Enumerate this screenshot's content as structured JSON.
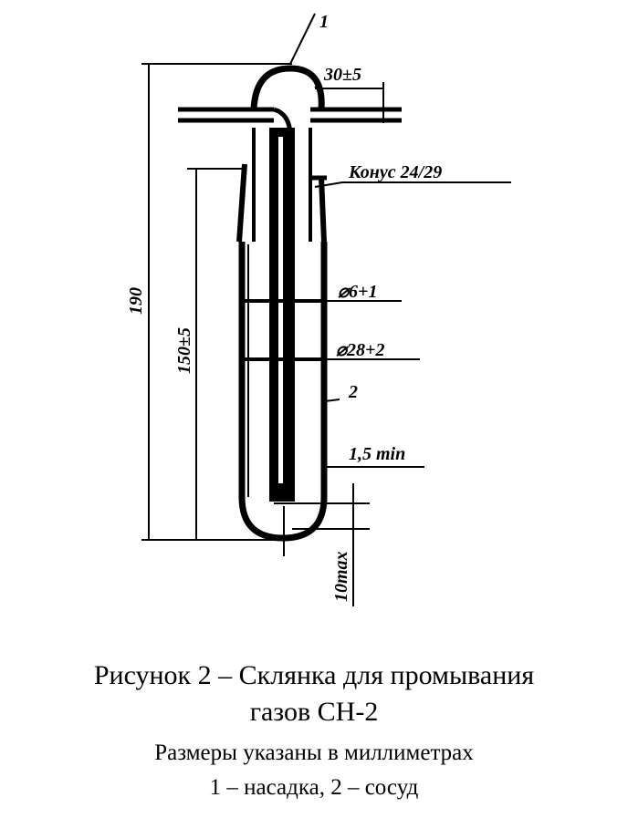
{
  "figure": {
    "labels": {
      "part1": "1",
      "part2": "2",
      "width_dim": "30±5",
      "cone": "Конус 24/29",
      "inner_diameter": "⌀6+1",
      "outer_diameter": "⌀28+2",
      "gap": "1,5 min",
      "total_height": "190",
      "vessel_height": "150±5",
      "bottom_gap": "10max"
    }
  },
  "caption": {
    "title_line1": "Рисунок 2 – Склянка для промывания",
    "title_line2": "газов СН-2",
    "note": "Размеры указаны в миллиметрах",
    "legend": "1 – насадка, 2 – сосуд"
  }
}
